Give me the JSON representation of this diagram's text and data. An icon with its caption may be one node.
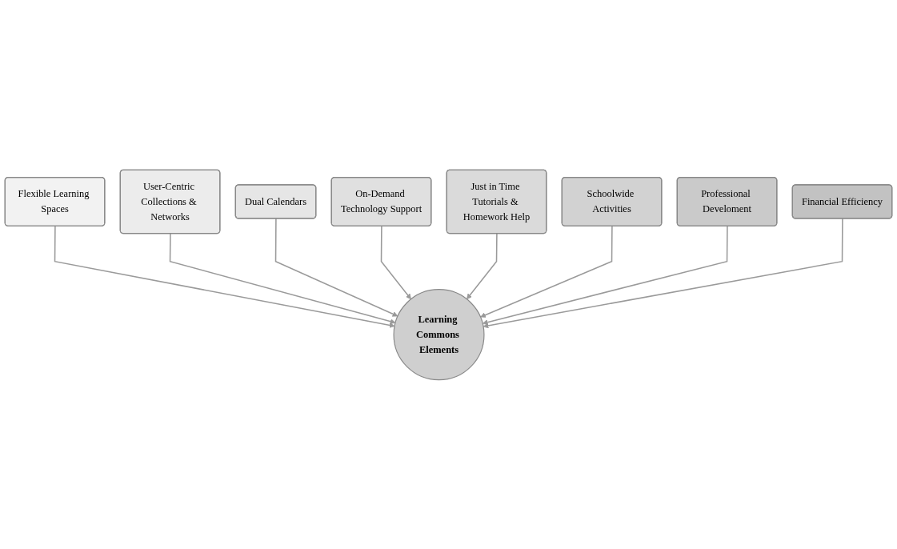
{
  "diagram": {
    "nodes": [
      {
        "text": [
          "Flexible Learning Spaces"
        ]
      },
      {
        "text": [
          "User-Centric Collections & Networks"
        ]
      },
      {
        "text": [
          "Dual Calendars"
        ]
      },
      {
        "text": [
          "On-Demand Technology Support"
        ]
      },
      {
        "text": [
          "Just in Time Tutorials & Homework Help"
        ]
      },
      {
        "text": [
          "Schoolwide Activities"
        ]
      },
      {
        "text": [
          "Professional Develoment"
        ]
      },
      {
        "text": [
          "Financial Efficiency"
        ]
      },
      {
        "text": [
          "Learning Commons Elements"
        ]
      }
    ],
    "edges": [
      {
        "from": 0,
        "to": 8,
        "arrow": "to"
      },
      {
        "from": 1,
        "to": 8,
        "arrow": "to"
      },
      {
        "from": 2,
        "to": 8,
        "arrow": "to"
      },
      {
        "from": 3,
        "to": 8,
        "arrow": "to"
      },
      {
        "from": 4,
        "to": 8,
        "arrow": "to"
      },
      {
        "from": 5,
        "to": 8,
        "arrow": "to"
      },
      {
        "from": 6,
        "to": 8,
        "arrow": "to"
      },
      {
        "from": 7,
        "to": 8,
        "arrow": "to"
      }
    ]
  }
}
